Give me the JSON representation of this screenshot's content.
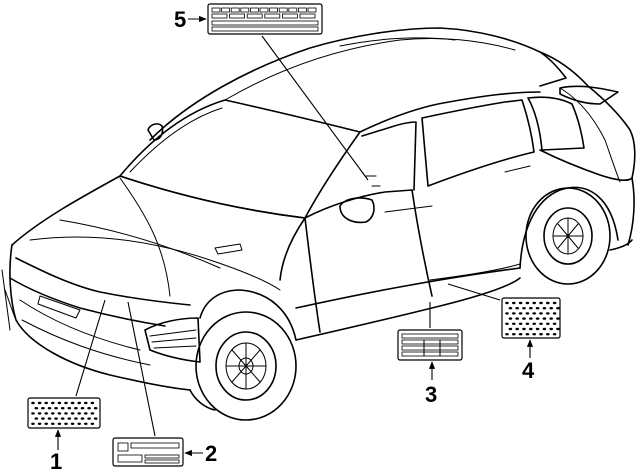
{
  "callouts": [
    {
      "id": "1",
      "number": "1"
    },
    {
      "id": "2",
      "number": "2"
    },
    {
      "id": "3",
      "number": "3"
    },
    {
      "id": "4",
      "number": "4"
    },
    {
      "id": "5",
      "number": "5"
    }
  ],
  "style": {
    "line_color": "#000000",
    "background": "#ffffff"
  }
}
